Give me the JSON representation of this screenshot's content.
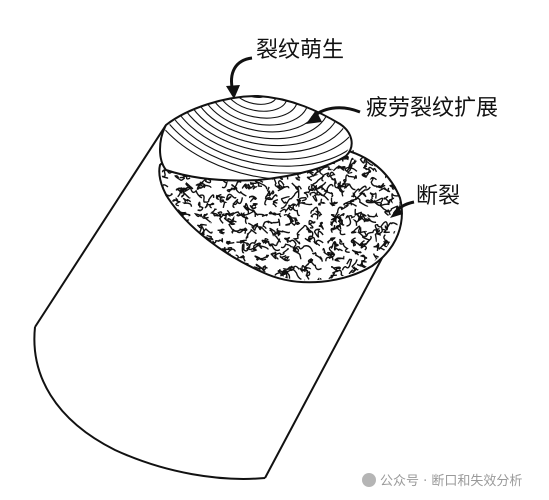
{
  "labels": {
    "crack_initiation": "裂纹萌生",
    "fatigue_crack_propagation": "疲劳裂纹扩展",
    "fracture": "断裂"
  },
  "watermark": {
    "text": "公众号 · 断口和失效分析",
    "icon": "wechat-icon"
  },
  "colors": {
    "ink": "#111111",
    "background": "#ffffff",
    "watermark": "#9a9a9a"
  }
}
